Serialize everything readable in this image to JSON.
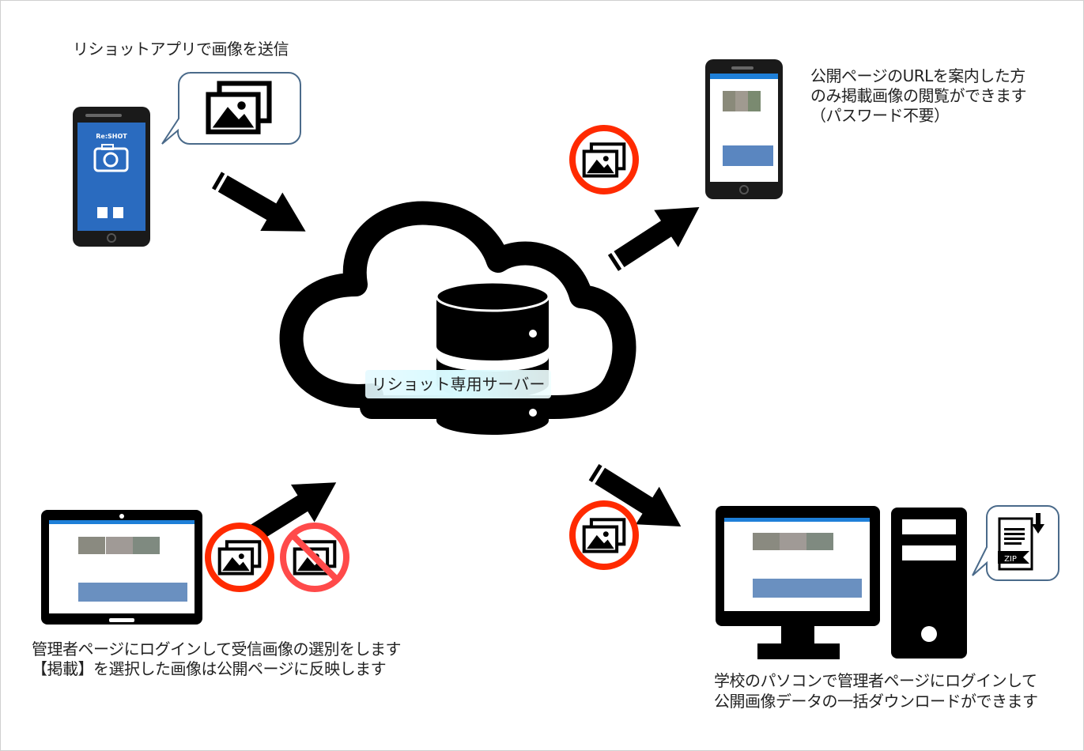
{
  "texts": {
    "send": "リショットアプリで画像を送信",
    "public_line1": "公開ページのURLを案内した方",
    "public_line2": "のみ掲載画像の閲覧ができます",
    "public_line3": "（パスワード不要）",
    "admin_line1": "管理者ページにログインして受信画像の選別をします",
    "admin_line2": "【掲載】を選択した画像は公開ページに反映します",
    "pc_line1": "学校のパソコンで管理者ページにログインして",
    "pc_line2": "公開画像データの一括ダウンロードができます",
    "server": "リショット専用サーバー"
  },
  "app": {
    "name": "Re:SHOT"
  },
  "zip": {
    "label": "ZIP"
  },
  "icons": [
    "camera-icon",
    "image-icon",
    "no-image-icon",
    "database-icon",
    "cloud-icon",
    "zip-file-icon",
    "arrow-icon"
  ],
  "colors": {
    "app_blue": "#2a6bbf",
    "screen_header": "#1e7fd8",
    "allowed_ring": "#ff2a00",
    "denied_ring": "#ff4a4a",
    "bubble_border": "#4a6a8a"
  }
}
